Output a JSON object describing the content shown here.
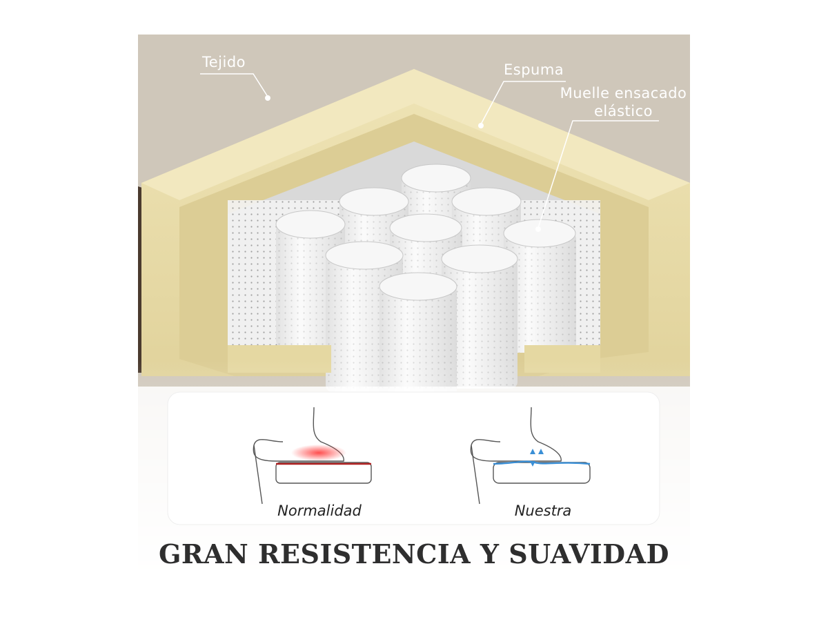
{
  "labels": {
    "fabric": "Tejido",
    "foam": "Espuma",
    "spring": "Muelle ensacado elástico"
  },
  "comparison": {
    "left_caption": "Normalidad",
    "right_caption": "Nuestra"
  },
  "headline": "GRAN RESISTENCIA Y SUAVIDAD",
  "colors": {
    "fabric": "#cfc7ba",
    "foam": "#e9dcab",
    "spring": "#f1f1f1",
    "pressure": "#e84a4a",
    "relief": "#3a8fd6"
  }
}
